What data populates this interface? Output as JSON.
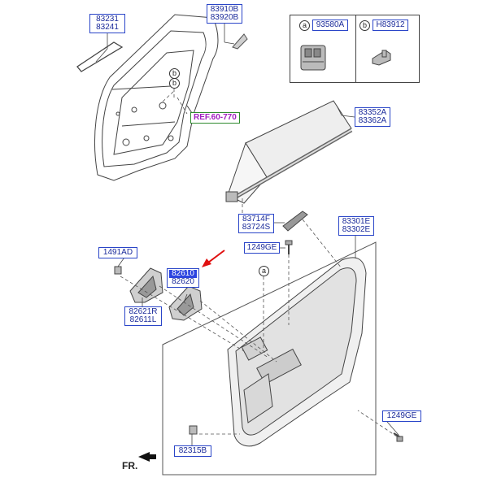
{
  "labels": {
    "p83231": "83231",
    "p83241": "83241",
    "p83910B": "83910B",
    "p83920B": "83920B",
    "ref": "REF.60-770",
    "p83352A": "83352A",
    "p83362A": "83362A",
    "p83714F": "83714F",
    "p83724S": "83724S",
    "p1249GE_top": "1249GE",
    "p83301E": "83301E",
    "p83302E": "83302E",
    "p1491AD": "1491AD",
    "p82610": "82610",
    "p82620": "82620",
    "p82621R": "82621R",
    "p82611L": "82611L",
    "p1249GE_bot": "1249GE",
    "p82315B": "82315B",
    "fr": "FR."
  },
  "legend": {
    "a_letter": "a",
    "a_part": "93580A",
    "b_letter": "b",
    "b_part": "H83912"
  },
  "callouts": {
    "b1": "b",
    "b2": "b",
    "a1": "a"
  },
  "colors": {
    "label_border": "#2a45c8",
    "label_text": "#1a2a9a",
    "highlight": "#2c44e0",
    "arrow": "#e01010",
    "ref_text": "#a020c0",
    "ref_border": "#2e8b2e"
  }
}
